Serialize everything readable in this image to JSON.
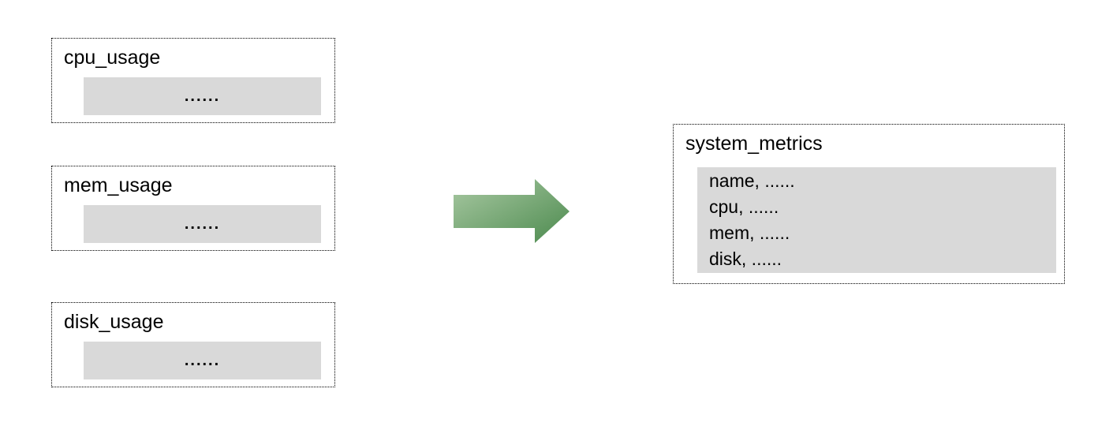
{
  "sources": [
    {
      "label": "cpu_usage",
      "placeholder": "......"
    },
    {
      "label": "mem_usage",
      "placeholder": "......"
    },
    {
      "label": "disk_usage",
      "placeholder": "......"
    }
  ],
  "arrow": {
    "direction": "right",
    "gradient_start": "#a9c9a3",
    "gradient_end": "#4c8a4e"
  },
  "target": {
    "label": "system_metrics",
    "rows": [
      "name, ......",
      "cpu, ......",
      "mem, ......",
      "disk, ......"
    ]
  },
  "colors": {
    "panel_fill": "#d9d9d9",
    "border": "#000000",
    "background": "#ffffff"
  }
}
